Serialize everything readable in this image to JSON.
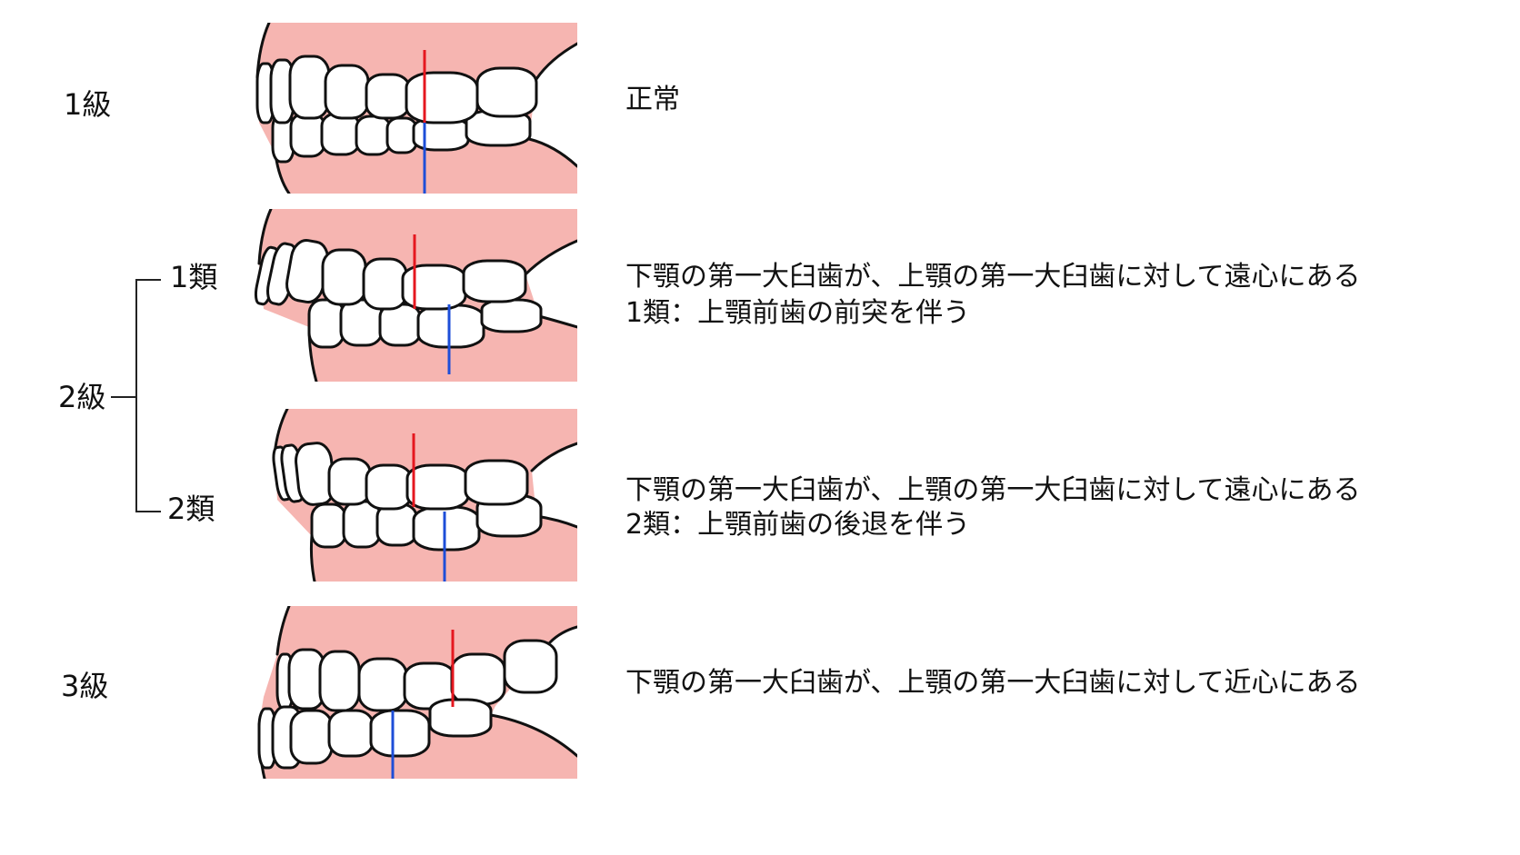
{
  "classes": [
    {
      "label": "1級",
      "description": [
        "正常"
      ]
    },
    {
      "label": "2級",
      "divisions": [
        {
          "label": "1類",
          "description": [
            "下顎の第一大臼歯が、上顎の第一大臼歯に対して遠心にある",
            "1類：上顎前歯の前突を伴う"
          ]
        },
        {
          "label": "2類",
          "description": [
            "下顎の第一大臼歯が、上顎の第一大臼歯に対して遠心にある",
            "2類：上顎前歯の後退を伴う"
          ]
        }
      ]
    },
    {
      "label": "3級",
      "description": [
        "下顎の第一大臼歯が、上顎の第一大臼歯に対して近心にある"
      ]
    }
  ],
  "colors": {
    "gum": "#f6b5b1",
    "tooth": "#ffffff",
    "outline": "#111111",
    "upper_molar_marker": "#e5171f",
    "lower_molar_marker": "#1d4ed8"
  }
}
